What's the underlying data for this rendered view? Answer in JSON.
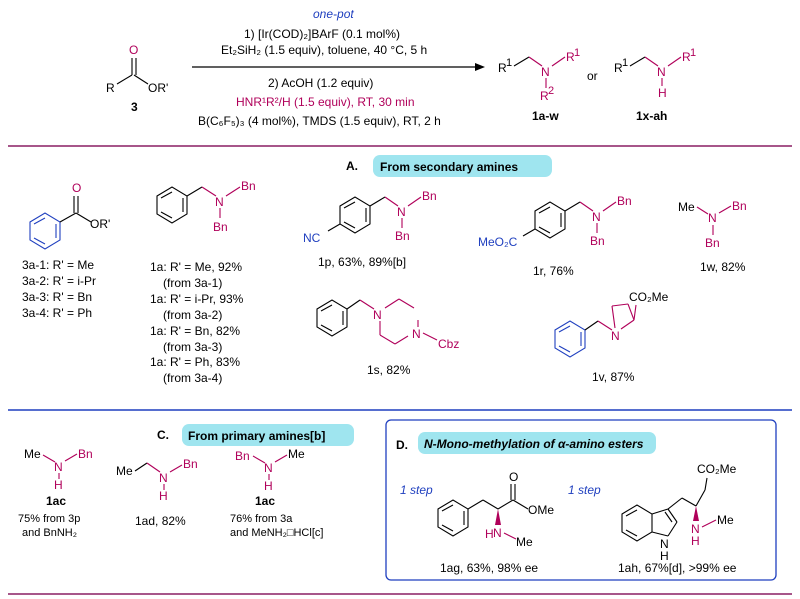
{
  "scheme": {
    "one_pot": "one-pot",
    "step1_line1": "1)  [Ir(COD)₂]BArF (0.1 mol%)",
    "step1_line2": "Et₂SiH₂ (1.5 equiv), toluene, 40 °C, 5 h",
    "step2_line1": "2) AcOH (1.2 equiv)",
    "step2_line2": "HNR¹R²/H (1.5 equiv), RT, 30 min",
    "step2_line3": "B(C₆F₅)₃ (4 mol%), TMDS (1.5 equiv), RT, 2 h",
    "sm_label": "3",
    "or_text": "or",
    "prod1_label": "1a-w",
    "prod2_label": "1x-ah"
  },
  "sectionA": {
    "marker": "A.",
    "title": "From secondary amines",
    "esters": [
      "3a-1: R' = Me",
      "3a-2: R' = i-Pr",
      "3a-3: R' = Bn",
      "3a-4: R' = Ph"
    ],
    "results": [
      "1a: R' = Me, 92%",
      "(from 3a-1)",
      "1a: R' = i-Pr, 93%",
      "(from 3a-2)",
      "1a: R' = Bn, 82%",
      "(from 3a-3)",
      "1a: R' = Ph, 83%",
      "(from 3a-4)"
    ],
    "c1p": "1p, 63%, 89%[b]",
    "c1r": "1r, 76%",
    "c1w": "1w, 82%",
    "c1s": "1s, 82%",
    "c1v": "1v, 87%"
  },
  "sectionC": {
    "marker": "C.",
    "title": "From primary amines[b]",
    "c1ac_a": "1ac",
    "c1ac_a_note1": "75% from 3p",
    "c1ac_a_note2": "and BnNH₂",
    "c1ad": "1ad, 82%",
    "c1ac_b": "1ac",
    "c1ac_b_note1": "76% from 3a",
    "c1ac_b_note2": "and MeNH₂□HCl[c]"
  },
  "sectionD": {
    "marker": "D.",
    "title": "N-Mono-methylation of α-amino esters",
    "step_a": "1 step",
    "step_b": "1 step",
    "c1ag": "1ag, 63%, 98% ee",
    "c1ah": "1ah, 67%[d], >99% ee"
  }
}
